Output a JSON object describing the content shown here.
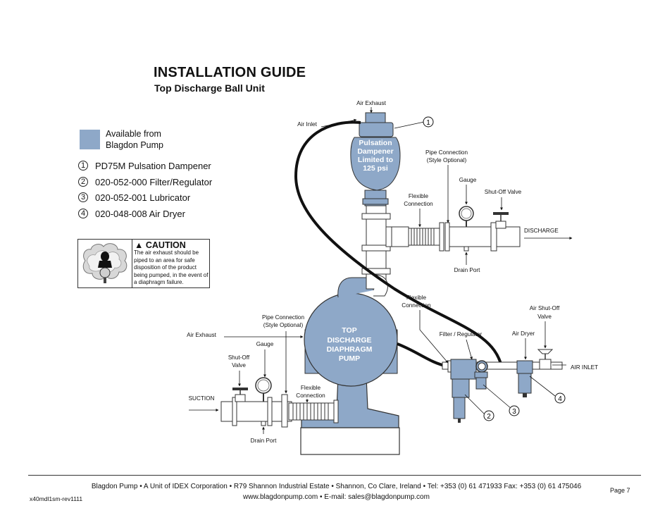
{
  "header": {
    "title": "INSTALLATION GUIDE",
    "subtitle": "Top Discharge Ball Unit"
  },
  "legend": {
    "swatch_color": "#8ea8c8",
    "label_line1": "Available from",
    "label_line2": "Blagdon Pump",
    "parts": [
      {
        "num": "1",
        "text": "PD75M Pulsation Dampener"
      },
      {
        "num": "2",
        "text": "020-052-000 Filter/Regulator"
      },
      {
        "num": "3",
        "text": "020-052-001 Lubricator"
      },
      {
        "num": "4",
        "text": "020-048-008 Air Dryer"
      }
    ]
  },
  "caution": {
    "heading": "CAUTION",
    "icon": "warning-triangle-icon",
    "body": "The air exhaust should be piped to an area for safe disposition of the product being pumped, in the event of a diaphragm failure."
  },
  "diagram": {
    "dampener_text": [
      "Pulsation",
      "Dampener",
      "Limited to",
      "125 psi"
    ],
    "pump_text": [
      "TOP",
      "DISCHARGE",
      "DIAPHRAGM",
      "PUMP"
    ],
    "labels": {
      "air_exhaust_top": "Air Exhaust",
      "air_inlet_top": "Air Inlet",
      "pipe_conn_top_1": "Pipe Connection",
      "pipe_conn_top_2": "(Style Optional)",
      "gauge_top": "Gauge",
      "shutoff_top": "Shut-Off Valve",
      "flex_top_1": "Flexible",
      "flex_top_2": "Connection",
      "discharge": "DISCHARGE",
      "drain_top": "Drain Port",
      "flex_mid_1": "Flexible",
      "flex_mid_2": "Connection",
      "air_shutoff_1": "Air Shut-Off",
      "air_shutoff_2": "Valve",
      "filter_reg": "Filter / Regulator",
      "air_dryer": "Air Dryer",
      "air_inlet_right": "AIR INLET",
      "air_exhaust_left": "Air Exhaust",
      "pipe_conn_bot_1": "Pipe Connection",
      "pipe_conn_bot_2": "(Style Optional)",
      "gauge_bot": "Gauge",
      "shutoff_bot_1": "Shut-Off",
      "shutoff_bot_2": "Valve",
      "suction": "SUCTION",
      "flex_bot_1": "Flexible",
      "flex_bot_2": "Connection",
      "drain_bot": "Drain Port"
    },
    "callouts": [
      "1",
      "2",
      "3",
      "4"
    ],
    "pump_color": "#7f9cbf"
  },
  "footer": {
    "line1": "Blagdon Pump • A Unit of IDEX Corporation • R79 Shannon Industrial Estate • Shannon, Co Clare, Ireland • Tel: +353 (0) 61 471933 Fax: +353 (0) 61 475046",
    "line2": "www.blagdonpump.com • E-mail: sales@blagdonpump.com",
    "page": "Page 7",
    "doc_code": "x40mdl1sm-rev1111"
  }
}
